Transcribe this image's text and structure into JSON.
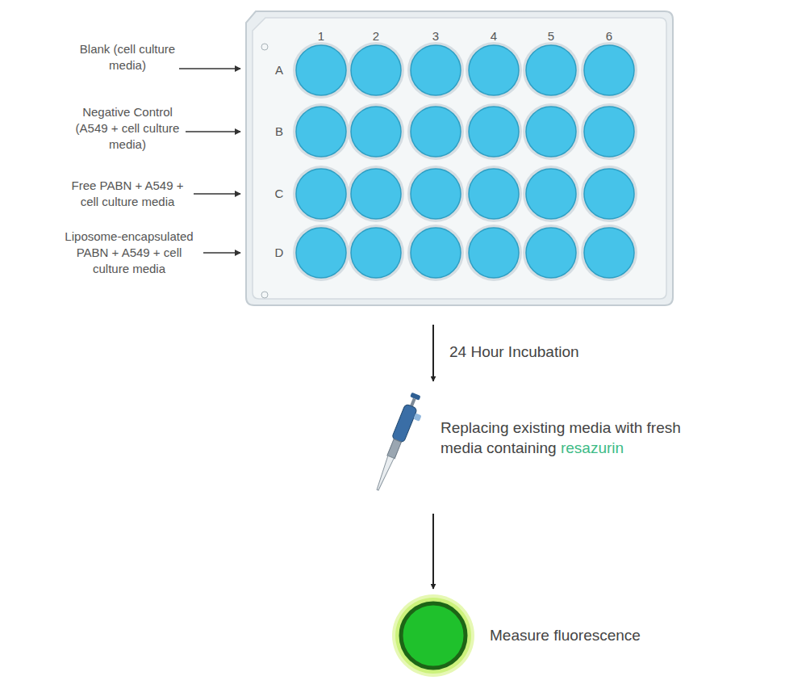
{
  "diagram": {
    "nodes": [
      {
        "text": [
          "1",
          "2",
          "3",
          "4",
          "5",
          "6",
          "A",
          "B",
          "C",
          "D"
        ]
      },
      {
        "text": [
          "Replacing existing media with fresh media containing resazurin"
        ]
      },
      {
        "text": [
          "Measure fluorescence"
        ]
      }
    ],
    "edges": [
      {
        "from": 0,
        "to": 1,
        "arrow": "to",
        "label": "24 Hour Incubation"
      },
      {
        "from": 1,
        "to": 2,
        "arrow": "to"
      }
    ],
    "labels": [
      "Blank (cell culture media)",
      "Negative Control (A549 + cell culture media)",
      "Free PABN + A549 + cell culture media",
      "Liposome-encapsulated PABN + A549 + cell culture media"
    ]
  }
}
